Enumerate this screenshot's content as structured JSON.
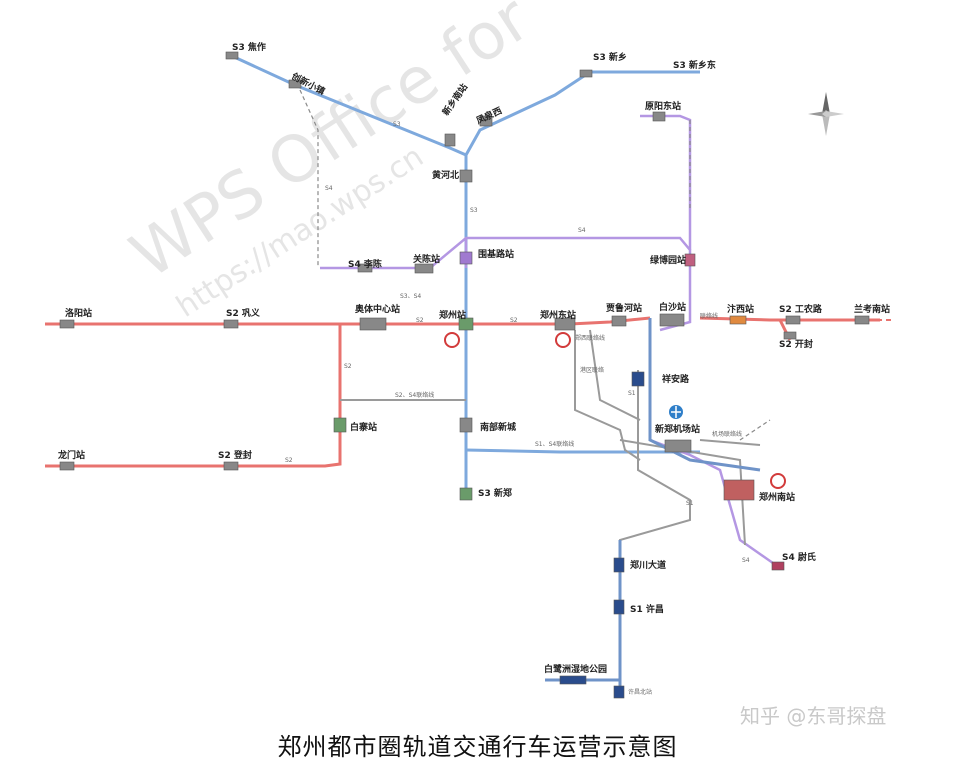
{
  "caption": "郑州都市圈轨道交通行车运营示意图",
  "credit": "知乎 @东哥探盘",
  "watermark": {
    "main": "WPS Office for",
    "url": "https://mao.wps.cn"
  },
  "colors": {
    "s1": "#6f93c8",
    "s2": "#e8736f",
    "s3": "#7ea9dd",
    "s4": "#9b7fd0",
    "grey": "#9a9a9a",
    "dash": "#8a8a8a"
  },
  "lines": [
    "S1",
    "S2",
    "S3",
    "S4"
  ],
  "stations": {
    "jiaozuo": "S3 焦作",
    "chuangxin": "创新小镇",
    "xinxiangnan": "新乡南站",
    "fengquanxi": "凤泉西",
    "xinxiang": "S3 新乡",
    "xinxiangdong": "S3 新乡东",
    "yuanyangdong": "原阳东站",
    "huanghebei": "黄河北",
    "s4lichen": "S4 李陈",
    "guanhu": "关陈站",
    "weiji": "围基路站",
    "lvbo": "绿博园站",
    "luoyang": "洛阳站",
    "gongyi": "S2 巩义",
    "aoti": "奥体中心站",
    "zhengzhou": "郑州站",
    "zhengzhoudong": "郑州东站",
    "jialuhe": "贾鲁河站",
    "baisha": "白沙站",
    "bianxi": "汴西站",
    "gongnong": "S2 工农路",
    "lankao": "兰考南站",
    "kaifeng": "S2 开封",
    "xiangan": "祥安路",
    "baizhai": "白寨站",
    "nanbu": "南部新城",
    "airport": "新郑机场站",
    "longmen": "龙门站",
    "dengfeng": "S2 登封",
    "s3xinzheng": "S3 新郑",
    "zhengzhounan": "郑州南站",
    "weishi": "S4 尉氏",
    "zhengchuan": "郑川大道",
    "xuchang": "S1 许昌",
    "baihe": "白鹭洲湿地公园"
  },
  "notes": {
    "s1": "S1",
    "s2": "S2",
    "s3": "S3",
    "s4": "S4",
    "s3s4": "S3、S4",
    "s2s4": "S2、S4联络线",
    "s1s4": "S1、S4联络线",
    "fanglu": "联络线",
    "jichang": "机场联络线",
    "zhengxi": "郑西联络线",
    "gangqu": "港区联络",
    "xuchangbei": "许昌北站"
  }
}
